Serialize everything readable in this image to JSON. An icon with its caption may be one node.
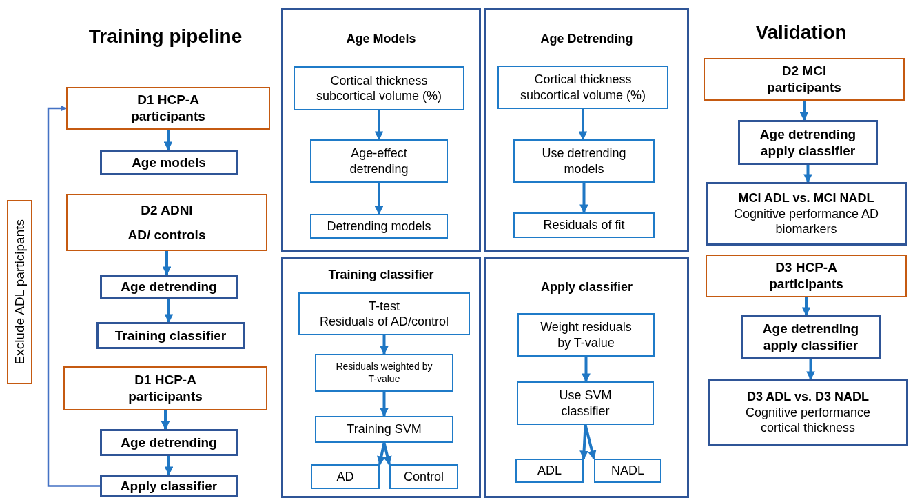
{
  "diagram": {
    "nodes": [
      {
        "text": [
          "D1 HCP-A participants"
        ]
      },
      {
        "text": [
          "Age models"
        ]
      },
      {
        "text": [
          "D2 ADNI",
          "AD/ controls"
        ]
      },
      {
        "text": [
          "Age  detrending"
        ]
      },
      {
        "text": [
          "Training classifier"
        ]
      },
      {
        "text": [
          "D1 HCP-A participants"
        ]
      },
      {
        "text": [
          "Age  detrending"
        ]
      },
      {
        "text": [
          "Apply  classifier"
        ]
      },
      {
        "text": [
          "Exclude ADL participants"
        ]
      },
      {
        "text": [
          "Age Models"
        ]
      },
      {
        "text": [
          "Cortical  thickness subcortical  volume (%)"
        ],
        "in": 9
      },
      {
        "text": [
          "Age-effect detrending"
        ],
        "in": 9
      },
      {
        "text": [
          "Detrending models"
        ],
        "in": 9
      },
      {
        "text": [
          "Age Detrending"
        ]
      },
      {
        "text": [
          "Cortical  thickness subcortical  volume (%)"
        ],
        "in": 13
      },
      {
        "text": [
          "Use detrending models"
        ],
        "in": 13
      },
      {
        "text": [
          "Residuals of fit"
        ],
        "in": 13
      },
      {
        "text": [
          "Training  classifier"
        ]
      },
      {
        "text": [
          "T-test",
          "Residuals of AD/control"
        ],
        "in": 17
      },
      {
        "text": [
          "Residuals weighted by T-value"
        ],
        "in": 17
      },
      {
        "text": [
          "Training SVM"
        ],
        "in": 17
      },
      {
        "text": [
          "AD"
        ],
        "in": 17
      },
      {
        "text": [
          "Control"
        ],
        "in": 17
      },
      {
        "text": [
          "Apply  classifier"
        ]
      },
      {
        "text": [
          "Weight  residuals by T-value"
        ],
        "in": 23
      },
      {
        "text": [
          "Use SVM  classifier"
        ],
        "in": 23
      },
      {
        "text": [
          "ADL"
        ],
        "in": 23
      },
      {
        "text": [
          "NADL"
        ],
        "in": 23
      },
      {
        "text": [
          "D2 MCI participants"
        ]
      },
      {
        "text": [
          "Age  detrending apply  classifier"
        ]
      },
      {
        "text": [
          "MCI ADL vs. MCI NADL",
          "Cognitive performance AD biomarkers"
        ]
      },
      {
        "text": [
          "D3 HCP-A participants"
        ]
      },
      {
        "text": [
          "Age  detrending apply  classifier"
        ]
      },
      {
        "text": [
          "D3 ADL vs. D3 NADL",
          "Cognitive performance cortical thickness"
        ]
      }
    ],
    "edges": [
      {
        "from": 0,
        "to": 1,
        "arrow": "to"
      },
      {
        "from": 2,
        "to": 3,
        "arrow": "to"
      },
      {
        "from": 3,
        "to": 4,
        "arrow": "to"
      },
      {
        "from": 5,
        "to": 6,
        "arrow": "to"
      },
      {
        "from": 6,
        "to": 7,
        "arrow": "to"
      },
      {
        "from": 7,
        "to": 0,
        "arrow": "to",
        "color": "#4472c4"
      },
      {
        "from": 10,
        "to": 11,
        "arrow": "to"
      },
      {
        "from": 11,
        "to": 12,
        "arrow": "to"
      },
      {
        "from": 14,
        "to": 15,
        "arrow": "to"
      },
      {
        "from": 15,
        "to": 16,
        "arrow": "to"
      },
      {
        "from": 18,
        "to": 19,
        "arrow": "to"
      },
      {
        "from": 19,
        "to": 20,
        "arrow": "to"
      },
      {
        "from": 20,
        "to": 21,
        "arrow": "to"
      },
      {
        "from": 20,
        "to": 22,
        "arrow": "to"
      },
      {
        "from": 24,
        "to": 25,
        "arrow": "to"
      },
      {
        "from": 25,
        "to": 26,
        "arrow": "to"
      },
      {
        "from": 25,
        "to": 27,
        "arrow": "to"
      },
      {
        "from": 28,
        "to": 29,
        "arrow": "to"
      },
      {
        "from": 29,
        "to": 30,
        "arrow": "to"
      },
      {
        "from": 31,
        "to": 32,
        "arrow": "to"
      },
      {
        "from": 32,
        "to": 33,
        "arrow": "to"
      }
    ],
    "labels": [
      "Training pipeline",
      "Validation"
    ]
  }
}
